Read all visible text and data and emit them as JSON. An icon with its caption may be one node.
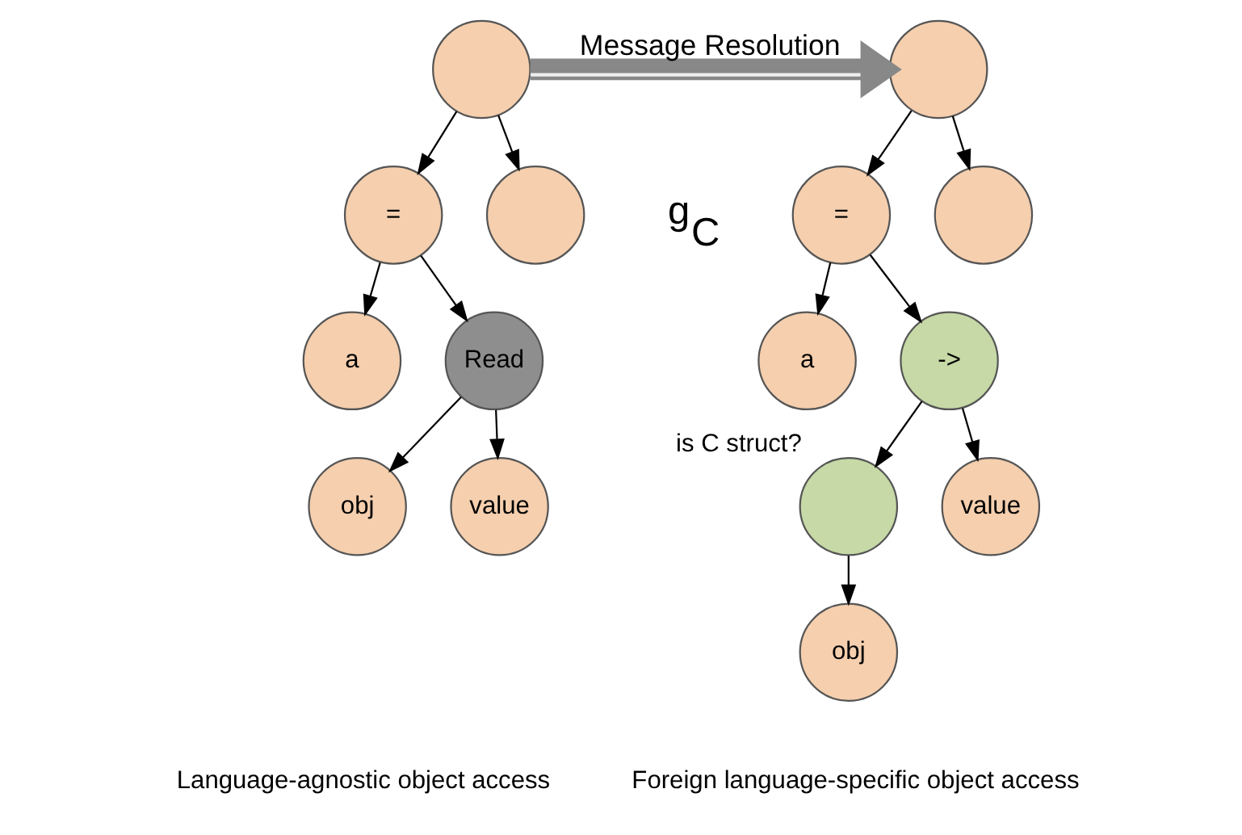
{
  "diagram": {
    "nodes": [
      {
        "text": [],
        "shape": "circle"
      },
      {
        "text": [
          "="
        ]
      },
      {
        "text": [],
        "shape": "circle"
      },
      {
        "text": [
          "a"
        ]
      },
      {
        "text": [
          "Read"
        ]
      },
      {
        "text": [
          "obj"
        ]
      },
      {
        "text": [
          "value"
        ]
      },
      {
        "text": [],
        "shape": "circle"
      },
      {
        "text": [
          "="
        ]
      },
      {
        "text": [],
        "shape": "circle"
      },
      {
        "text": [
          "a"
        ]
      },
      {
        "text": [
          "->"
        ]
      },
      {
        "text": [],
        "shape": "circle",
        "beside": [
          "is C struct?"
        ]
      },
      {
        "text": [
          "value"
        ]
      },
      {
        "text": [
          "obj"
        ]
      }
    ],
    "edges": [
      {
        "from": 0,
        "to": 1,
        "arrow": "to"
      },
      {
        "from": 0,
        "to": 2,
        "arrow": "to"
      },
      {
        "from": 1,
        "to": 3,
        "arrow": "to"
      },
      {
        "from": 1,
        "to": 4,
        "arrow": "to"
      },
      {
        "from": 4,
        "to": 5,
        "arrow": "to"
      },
      {
        "from": 4,
        "to": 6,
        "arrow": "to"
      },
      {
        "from": 0,
        "to": 7,
        "arrow": "to",
        "label": "Message Resolution",
        "style": "thick",
        "color": "#888888"
      },
      {
        "from": 7,
        "to": 8,
        "arrow": "to"
      },
      {
        "from": 7,
        "to": 9,
        "arrow": "to"
      },
      {
        "from": 8,
        "to": 10,
        "arrow": "to"
      },
      {
        "from": 8,
        "to": 11,
        "arrow": "to"
      },
      {
        "from": 11,
        "to": 12,
        "arrow": "to"
      },
      {
        "from": 11,
        "to": 13,
        "arrow": "to"
      },
      {
        "from": 12,
        "to": 14,
        "arrow": "to"
      }
    ],
    "labels": [
      "g$_{C}$",
      "Language-agnostic object access",
      "Foreign language-specific object access"
    ]
  }
}
